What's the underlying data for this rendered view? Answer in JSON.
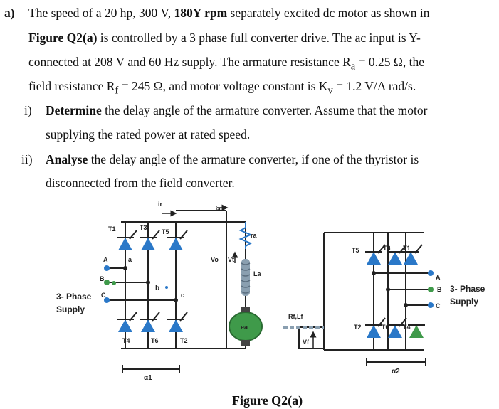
{
  "question": {
    "label": "a)",
    "lines": [
      [
        "The speed of a 20 hp, 300 V, ",
        "180Y rpm",
        " separately excited dc motor as shown in"
      ],
      [
        "",
        "Figure Q2(a)",
        " is controlled by a 3 phase full converter drive. The ac input is Y-"
      ],
      [
        "connected at 208 V and 60 Hz supply. The armature resistance R",
        "a",
        " = 0.25 Ω, the"
      ],
      [
        "field resistance R",
        "f",
        " = 245 Ω, and motor voltage constant is K",
        "v",
        " = 1.2 V/A rad/s."
      ]
    ],
    "sub_i": {
      "label": "i)",
      "bold": "Determine",
      "line1": " the delay angle of the armature converter. Assume that the motor",
      "line2": "supplying the rated power at rated speed."
    },
    "sub_ii": {
      "label": "ii)",
      "bold": "Analyse",
      "line1": " the delay angle of the armature converter, if one of the thyristor is",
      "line2": "disconnected from the field converter."
    }
  },
  "figure": {
    "caption": "Figure Q2(a)",
    "left_supply": [
      "3- Phase",
      "Supply"
    ],
    "right_supply": [
      "3- Phase",
      "Supply"
    ],
    "labels": {
      "T1": "T1",
      "T3": "T3",
      "T5": "T5",
      "T4": "T4",
      "T6": "T6",
      "T2": "T2",
      "rT5": "T5",
      "rT3": "T3",
      "rT1": "T1",
      "rT2": "T2",
      "rT6": "T6",
      "rT4": "T4",
      "a": "a",
      "b": "b",
      "c": "c",
      "A": "A",
      "B": "B",
      "C": "C",
      "rA": "A",
      "rB": "B",
      "rC": "C",
      "ia": "ia",
      "ir": "ir",
      "Vo": "Vo",
      "Vt": "Vt",
      "ra": "ra",
      "La": "La",
      "ea": "ea",
      "Rf": "Rf,Lf",
      "Vf": "Vf",
      "a1": "α1",
      "a2": "α2"
    },
    "colors": {
      "thyristor": "#2a78c8",
      "motor": "#3f9a4a",
      "armature": "#8a9fb0"
    }
  }
}
